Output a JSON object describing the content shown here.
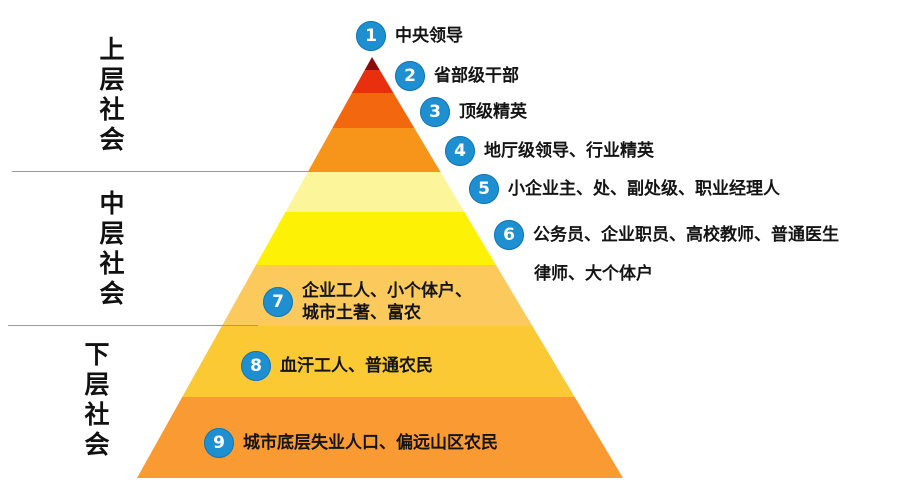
{
  "diagram": {
    "type": "social-stratification-pyramid",
    "colors": {
      "badge": "#1e8fd0",
      "badge_text": "#ffffff",
      "label_text": "#141414",
      "divider": "#9a9a9a"
    },
    "tiers": [
      {
        "id": "upper",
        "chars": [
          "上",
          "层",
          "社",
          "会"
        ],
        "label": "上层社会"
      },
      {
        "id": "middle",
        "chars": [
          "中",
          "层",
          "社",
          "会"
        ],
        "label": "中层社会"
      },
      {
        "id": "lower",
        "chars": [
          "下",
          "层",
          "社",
          "会"
        ],
        "label": "下层社会"
      }
    ],
    "levels": [
      {
        "num": "1",
        "text": "中央领导",
        "color": "#8b0a0a",
        "tier": "upper"
      },
      {
        "num": "2",
        "text": "省部级干部",
        "color": "#e8300f",
        "tier": "upper"
      },
      {
        "num": "3",
        "text": "顶级精英",
        "color": "#f3680f",
        "tier": "upper"
      },
      {
        "num": "4",
        "text": "地厅级领导、行业精英",
        "color": "#f7941a",
        "tier": "upper"
      },
      {
        "num": "5",
        "text": "小企业主、处、副处级、职业经理人",
        "color": "#fdf59a",
        "tier": "middle"
      },
      {
        "num": "6",
        "text": "公务员、企业职员、高校教师、普通医生",
        "text_line2": "律师、大个体户",
        "color": "#fdf205",
        "tier": "middle"
      },
      {
        "num": "7",
        "text": "企业工人、小个体户、",
        "text_line2": "城市土著、富农",
        "color": "#fbc95c",
        "tier": "lower"
      },
      {
        "num": "8",
        "text": "血汗工人、普通农民",
        "color": "#fbc934",
        "tier": "lower"
      },
      {
        "num": "9",
        "text": "城市底层失业人口、偏远山区农民",
        "color": "#f99a32",
        "tier": "lower"
      }
    ]
  }
}
